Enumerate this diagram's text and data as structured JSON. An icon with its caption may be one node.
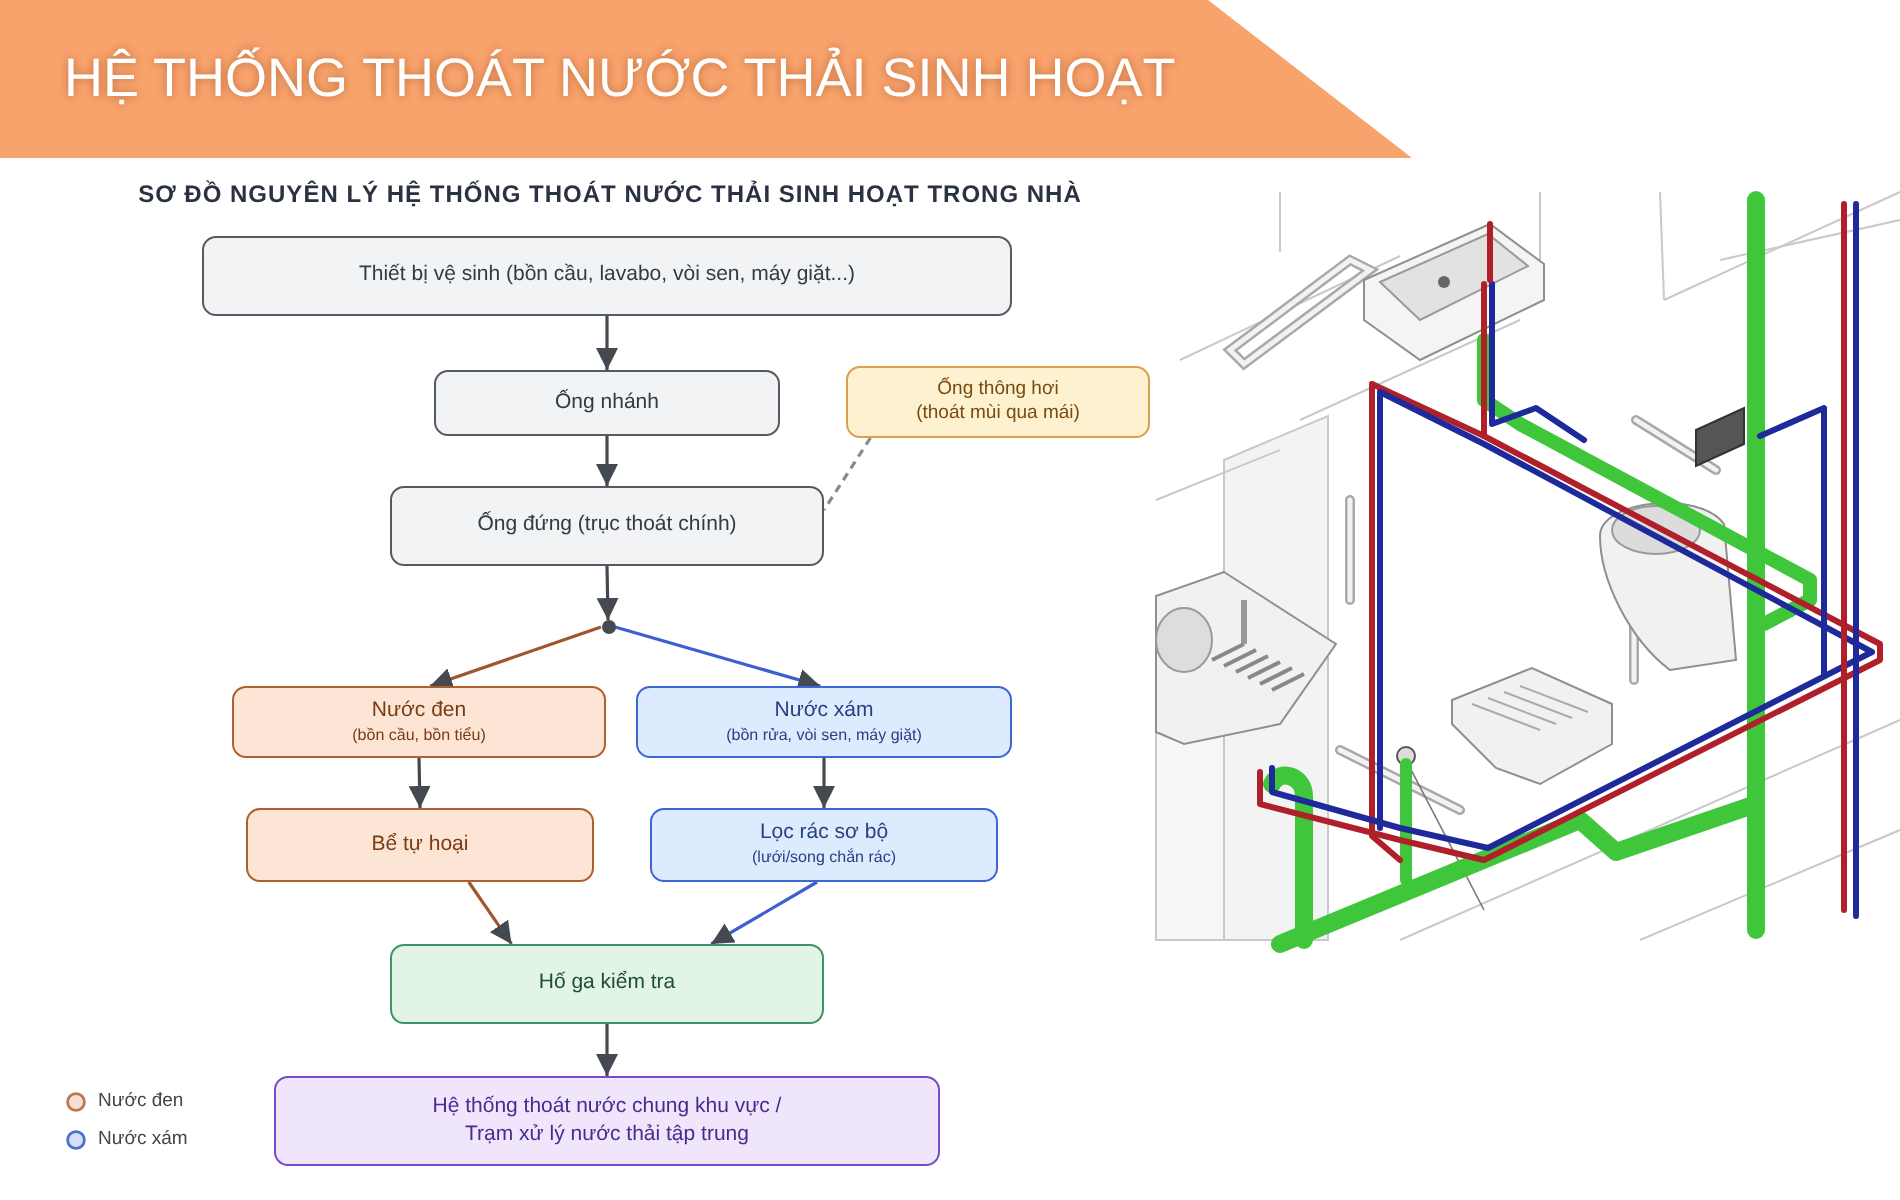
{
  "diagram": {
    "title": "HỆ THỐNG THOÁT NƯỚC THẢI SINH HOẠT",
    "nodes": [
      {
        "text": [
          "Thiết bị vệ sinh (bồn cầu, lavabo, vòi sen, máy giặt...)"
        ]
      },
      {
        "text": [
          "Ống nhánh"
        ]
      },
      {
        "text": [
          "Ống thông hơi",
          "(thoát mùi qua mái)"
        ]
      },
      {
        "text": [
          "Ống đứng (trục thoát chính)"
        ]
      },
      {
        "text": [],
        "shape": "circle"
      },
      {
        "text": [
          "Nước đen",
          "(bồn cầu, bồn tiểu)"
        ]
      },
      {
        "text": [
          "Nước xám",
          "(bồn rửa, vòi sen, máy giặt)"
        ]
      },
      {
        "text": [
          "Bể tự hoại"
        ]
      },
      {
        "text": [
          "Lọc rác sơ bộ",
          "(lưới/song chắn rác)"
        ]
      },
      {
        "text": [
          "Hố ga kiểm tra"
        ]
      },
      {
        "text": [
          "Hệ thống thoát nước chung khu vực / Trạm xử lý nước thải tập trung"
        ]
      }
    ],
    "edges": [
      {
        "from": 0,
        "to": 1,
        "arrow": "to"
      },
      {
        "from": 1,
        "to": 3,
        "arrow": "to"
      },
      {
        "from": 2,
        "to": 3,
        "arrow": "none",
        "style": "dashed",
        "color": "#8a8a8a"
      },
      {
        "from": 3,
        "to": 4,
        "arrow": "to"
      },
      {
        "from": 4,
        "to": 5,
        "arrow": "to",
        "color": "#a0562c"
      },
      {
        "from": 4,
        "to": 6,
        "arrow": "to",
        "color": "#3d5fd0"
      },
      {
        "from": 5,
        "to": 7,
        "arrow": "to"
      },
      {
        "from": 6,
        "to": 8,
        "arrow": "to"
      },
      {
        "from": 7,
        "to": 9,
        "arrow": "to",
        "color": "#a0562c"
      },
      {
        "from": 8,
        "to": 9,
        "arrow": "to",
        "color": "#3d5fd0"
      },
      {
        "from": 9,
        "to": 10,
        "arrow": "to"
      }
    ],
    "labels": [
      "SƠ ĐỒ NGUYÊN LÝ HỆ THỐNG THOÁT NƯỚC THẢI SINH HOẠT TRONG NHÀ"
    ],
    "legend": [
      {
        "text": "Nước đen",
        "color": "#c0784a"
      },
      {
        "text": "Nước xám",
        "color": "#4a6fd8"
      }
    ]
  }
}
